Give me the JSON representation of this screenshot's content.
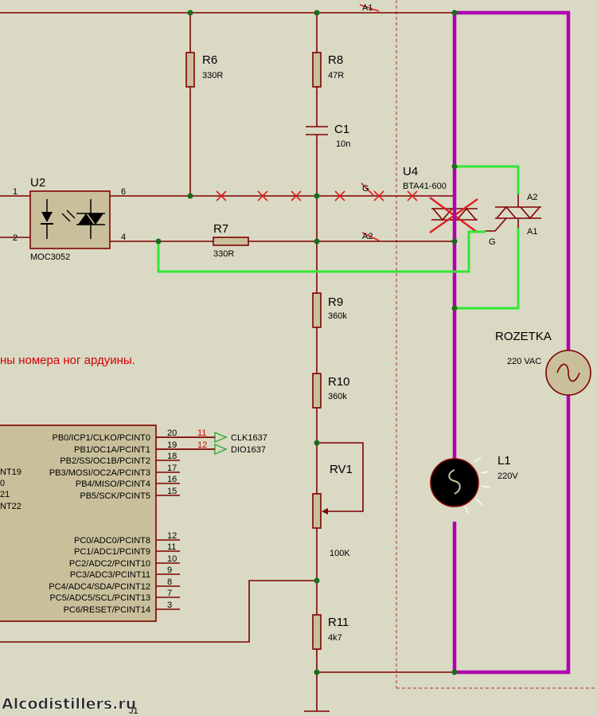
{
  "components": {
    "r6": {
      "ref": "R6",
      "value": "330R"
    },
    "r8": {
      "ref": "R8",
      "value": "47R"
    },
    "c1": {
      "ref": "C1",
      "value": "10n"
    },
    "u2": {
      "ref": "U2",
      "value": "MOC3052"
    },
    "r7": {
      "ref": "R7",
      "value": "330R"
    },
    "u4": {
      "ref": "U4",
      "value": "BTA41-600"
    },
    "r9": {
      "ref": "R9",
      "value": "360k"
    },
    "r10": {
      "ref": "R10",
      "value": "360k"
    },
    "rv1": {
      "ref": "RV1",
      "value": "100K"
    },
    "r11": {
      "ref": "R11",
      "value": "4k7"
    },
    "rozetka": {
      "ref": "ROZETKA",
      "value": "220 VAC"
    },
    "l1": {
      "ref": "L1",
      "value": "220V"
    }
  },
  "triac_pins": {
    "a2_top": "A1",
    "a1_mid": "A2",
    "g_mid": "G",
    "new_a2": "A2",
    "new_g": "G",
    "new_a1": "A1"
  },
  "opto_pins": [
    "1",
    "2",
    "6",
    "4"
  ],
  "mcu": {
    "right_pins": [
      {
        "num": "20",
        "label": "PB0/ICP1/CLKO/PCINT0",
        "net": "11",
        "dest": "CLK1637"
      },
      {
        "num": "19",
        "label": "PB1/OC1A/PCINT1",
        "net": "12",
        "dest": "DIO1637"
      },
      {
        "num": "18",
        "label": "PB2/SS/OC1B/PCINT2"
      },
      {
        "num": "17",
        "label": "PB3/MOSI/OC2A/PCINT3"
      },
      {
        "num": "16",
        "label": "PB4/MISO/PCINT4"
      },
      {
        "num": "15",
        "label": "PB5/SCK/PCINT5"
      },
      {
        "num": "12",
        "label": "PC0/ADC0/PCINT8"
      },
      {
        "num": "11",
        "label": "PC1/ADC1/PCINT9"
      },
      {
        "num": "10",
        "label": "PC2/ADC2/PCINT10"
      },
      {
        "num": "9",
        "label": "PC3/ADC3/PCINT11"
      },
      {
        "num": "8",
        "label": "PC4/ADC4/SDA/PCINT12"
      },
      {
        "num": "7",
        "label": "PC5/ADC5/SCL/PCINT13"
      },
      {
        "num": "3",
        "label": "PC6/RESET/PCINT14"
      }
    ],
    "left_fragments": [
      "NT19",
      "0",
      "21",
      "NT22"
    ]
  },
  "note": "ны номера ног ардуины.",
  "watermark": "Alcodistillers.ru",
  "bottom_fragment": "J1"
}
